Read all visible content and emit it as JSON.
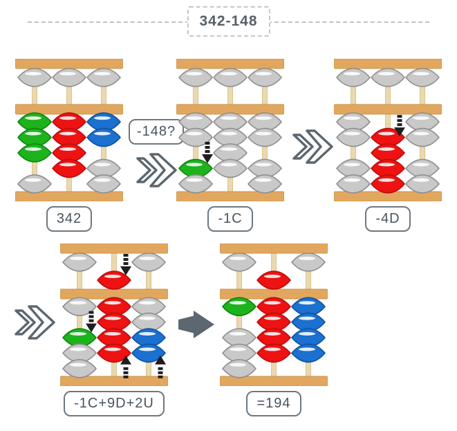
{
  "title": "342-148",
  "colors": {
    "bar": "#e2a75f",
    "bar_edge": "#c8914a",
    "rod": "#ead9ae",
    "rod_edge": "#d9c391",
    "bead_gray": "#c9c9c9",
    "bead_gray_edge": "#8e8e8e",
    "bead_green": "#1db31d",
    "bead_green_edge": "#0c830c",
    "bead_red": "#ee1212",
    "bead_red_edge": "#b90d0d",
    "bead_blue": "#1b70d0",
    "bead_blue_edge": "#11529d",
    "move_arrow": "#1e1e1e",
    "connector": "#5c6770"
  },
  "connectors": [
    {
      "icon": "double-chevron-outline-arrow",
      "note": "-148?"
    },
    {
      "icon": "double-chevron-outline-arrow",
      "note": ""
    },
    {
      "icon": "double-chevron-outline-arrow",
      "note": ""
    },
    {
      "icon": "solid-double-arrow",
      "note": ""
    }
  ],
  "steps": [
    {
      "label": "342",
      "heaven": [
        {
          "pos": "up",
          "color": "gray"
        },
        {
          "pos": "up",
          "color": "gray"
        },
        {
          "pos": "up",
          "color": "gray"
        }
      ],
      "earth": [
        [
          {
            "slot": 1,
            "color": "green"
          },
          {
            "slot": 2,
            "color": "green"
          },
          {
            "slot": 3,
            "color": "green"
          },
          {
            "slot": 5,
            "color": "gray"
          }
        ],
        [
          {
            "slot": 1,
            "color": "red"
          },
          {
            "slot": 2,
            "color": "red"
          },
          {
            "slot": 3,
            "color": "red"
          },
          {
            "slot": 4,
            "color": "red"
          }
        ],
        [
          {
            "slot": 1,
            "color": "blue"
          },
          {
            "slot": 2,
            "color": "blue"
          },
          {
            "slot": 4,
            "color": "gray"
          },
          {
            "slot": 5,
            "color": "gray"
          }
        ]
      ],
      "move_arrows": []
    },
    {
      "label": "-1C",
      "heaven": [
        {
          "pos": "up",
          "color": "gray"
        },
        {
          "pos": "up",
          "color": "gray"
        },
        {
          "pos": "up",
          "color": "gray"
        }
      ],
      "earth": [
        [
          {
            "slot": 1,
            "color": "gray"
          },
          {
            "slot": 2,
            "color": "gray"
          },
          {
            "slot": 4,
            "color": "green"
          },
          {
            "slot": 5,
            "color": "gray"
          }
        ],
        [
          {
            "slot": 1,
            "color": "gray"
          },
          {
            "slot": 2,
            "color": "gray"
          },
          {
            "slot": 3,
            "color": "gray"
          },
          {
            "slot": 4,
            "color": "gray"
          }
        ],
        [
          {
            "slot": 1,
            "color": "gray"
          },
          {
            "slot": 2,
            "color": "gray"
          },
          {
            "slot": 4,
            "color": "gray"
          },
          {
            "slot": 5,
            "color": "gray"
          }
        ]
      ],
      "move_arrows": [
        {
          "rod": 0,
          "dir": "down",
          "slot": 3
        }
      ]
    },
    {
      "label": "-4D",
      "heaven": [
        {
          "pos": "up",
          "color": "gray"
        },
        {
          "pos": "up",
          "color": "gray"
        },
        {
          "pos": "up",
          "color": "gray"
        }
      ],
      "earth": [
        [
          {
            "slot": 1,
            "color": "gray"
          },
          {
            "slot": 2,
            "color": "gray"
          },
          {
            "slot": 4,
            "color": "gray"
          },
          {
            "slot": 5,
            "color": "gray"
          }
        ],
        [
          {
            "slot": 2,
            "color": "red"
          },
          {
            "slot": 3,
            "color": "red"
          },
          {
            "slot": 4,
            "color": "red"
          },
          {
            "slot": 5,
            "color": "red"
          }
        ],
        [
          {
            "slot": 1,
            "color": "gray"
          },
          {
            "slot": 2,
            "color": "gray"
          },
          {
            "slot": 4,
            "color": "gray"
          },
          {
            "slot": 5,
            "color": "gray"
          }
        ]
      ],
      "move_arrows": [
        {
          "rod": 1,
          "dir": "down",
          "slot": 1
        }
      ]
    },
    {
      "label": "-1C+9D+2U",
      "heaven": [
        {
          "pos": "up",
          "color": "gray"
        },
        {
          "pos": "down",
          "color": "red"
        },
        {
          "pos": "up",
          "color": "gray"
        }
      ],
      "earth": [
        [
          {
            "slot": 1,
            "color": "gray"
          },
          {
            "slot": 3,
            "color": "green"
          },
          {
            "slot": 4,
            "color": "gray"
          },
          {
            "slot": 5,
            "color": "gray"
          }
        ],
        [
          {
            "slot": 1,
            "color": "red"
          },
          {
            "slot": 2,
            "color": "red"
          },
          {
            "slot": 3,
            "color": "red"
          },
          {
            "slot": 4,
            "color": "red"
          }
        ],
        [
          {
            "slot": 1,
            "color": "gray"
          },
          {
            "slot": 2,
            "color": "gray"
          },
          {
            "slot": 3,
            "color": "blue"
          },
          {
            "slot": 4,
            "color": "blue"
          }
        ]
      ],
      "move_arrows": [
        {
          "rod": 1,
          "dir": "down",
          "slot": "heaven"
        },
        {
          "rod": 0,
          "dir": "down",
          "slot": 2
        },
        {
          "rod": 1,
          "dir": "up",
          "slot": 5
        },
        {
          "rod": 2,
          "dir": "up",
          "slot": 5
        }
      ]
    },
    {
      "label": "=194",
      "heaven": [
        {
          "pos": "up",
          "color": "gray"
        },
        {
          "pos": "down",
          "color": "red"
        },
        {
          "pos": "up",
          "color": "gray"
        }
      ],
      "earth": [
        [
          {
            "slot": 1,
            "color": "green"
          },
          {
            "slot": 3,
            "color": "gray"
          },
          {
            "slot": 4,
            "color": "gray"
          },
          {
            "slot": 5,
            "color": "gray"
          }
        ],
        [
          {
            "slot": 1,
            "color": "red"
          },
          {
            "slot": 2,
            "color": "red"
          },
          {
            "slot": 3,
            "color": "red"
          },
          {
            "slot": 4,
            "color": "red"
          }
        ],
        [
          {
            "slot": 1,
            "color": "blue"
          },
          {
            "slot": 2,
            "color": "blue"
          },
          {
            "slot": 3,
            "color": "blue"
          },
          {
            "slot": 4,
            "color": "blue"
          }
        ]
      ],
      "move_arrows": []
    }
  ]
}
